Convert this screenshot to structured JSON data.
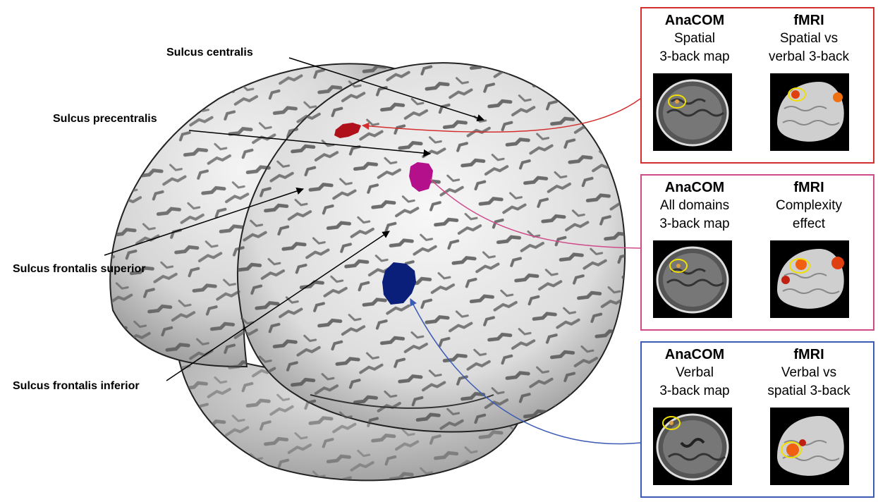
{
  "brain_labels": {
    "sulcus_centralis": "Sulcus centralis",
    "sulcus_precentralis": "Sulcus precentralis",
    "sulcus_frontalis_superior": "Sulcus frontalis superior",
    "sulcus_frontalis_inferior": "Sulcus frontalis inferior"
  },
  "panels": [
    {
      "id": "spatial",
      "border_color": "#d32f2f",
      "blob_color": "#b0101a",
      "left": {
        "heading": "AnaCOM",
        "line1": "Spatial",
        "line2": "3-back map"
      },
      "right": {
        "heading": "fMRI",
        "line1": "Spatial vs",
        "line2": "verbal 3-back"
      }
    },
    {
      "id": "all-domains",
      "border_color": "#d04a8a",
      "blob_color": "#b4108c",
      "left": {
        "heading": "AnaCOM",
        "line1": "All domains",
        "line2": "3-back map"
      },
      "right": {
        "heading": "fMRI",
        "line1": "Complexity",
        "line2": "effect"
      }
    },
    {
      "id": "verbal",
      "border_color": "#3b5bb5",
      "blob_color": "#0a1f7a",
      "left": {
        "heading": "AnaCOM",
        "line1": "Verbal",
        "line2": "3-back map"
      },
      "right": {
        "heading": "fMRI",
        "line1": "Verbal vs",
        "line2": "spatial 3-back"
      }
    }
  ]
}
